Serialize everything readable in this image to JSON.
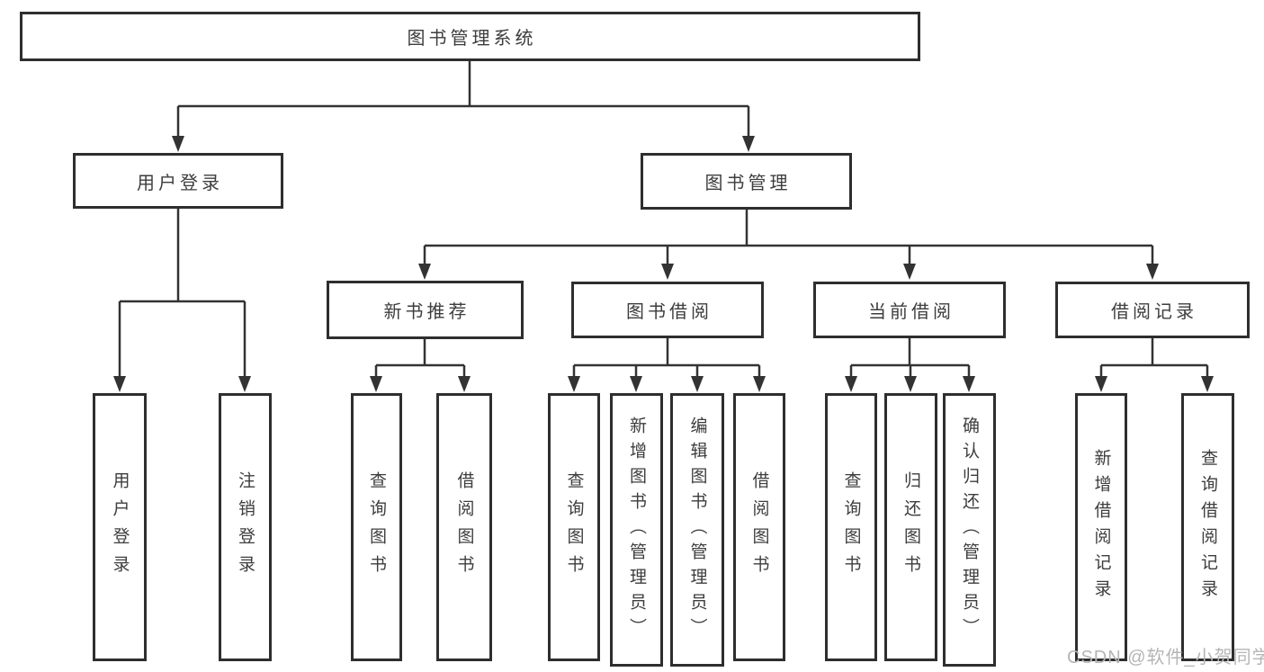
{
  "diagram": {
    "root": {
      "label": "图书管理系统"
    },
    "branches": [
      {
        "label": "用户登录",
        "children": [
          {
            "label": "用户登录"
          },
          {
            "label": "注销登录"
          }
        ]
      },
      {
        "label": "图书管理",
        "groups": [
          {
            "label": "新书推荐",
            "children": [
              {
                "label": "查询图书"
              },
              {
                "label": "借阅图书"
              }
            ]
          },
          {
            "label": "图书借阅",
            "children": [
              {
                "label": "查询图书"
              },
              {
                "label": "新增图书（管理员）"
              },
              {
                "label": "编辑图书（管理员）"
              },
              {
                "label": "借阅图书"
              }
            ]
          },
          {
            "label": "当前借阅",
            "children": [
              {
                "label": "查询图书"
              },
              {
                "label": "归还图书"
              },
              {
                "label": "确认归还（管理员）"
              }
            ]
          },
          {
            "label": "借阅记录",
            "children": [
              {
                "label": "新增借阅记录"
              },
              {
                "label": "查询借阅记录"
              }
            ]
          }
        ]
      }
    ]
  },
  "watermark": {
    "text": "CSDN @软件_小贺同学",
    "color": "#b5b5b5"
  },
  "colors": {
    "line": "#333333",
    "border": "#2e2e2e",
    "text": "#3d3d3d",
    "background": "#ffffff"
  }
}
